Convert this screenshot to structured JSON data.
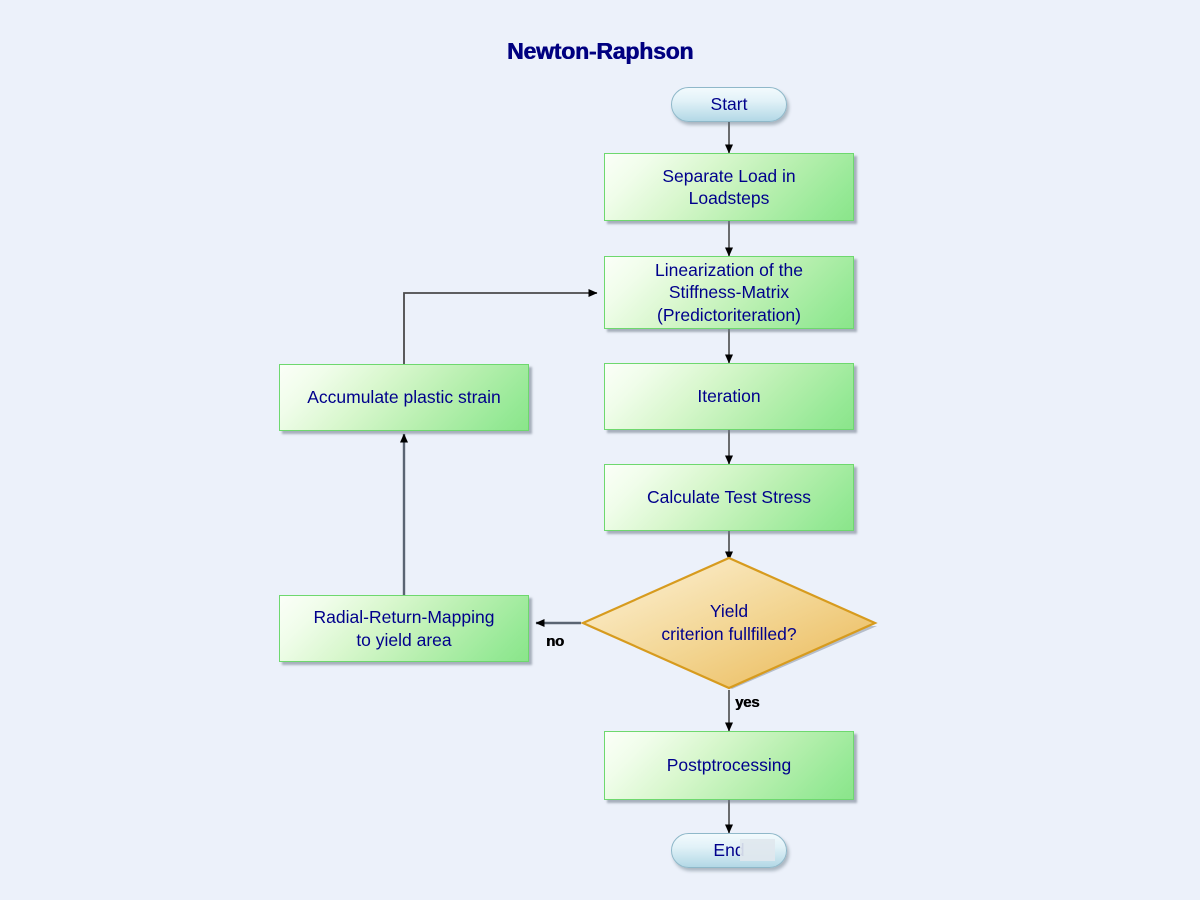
{
  "diagram": {
    "title": "Newton-Raphson",
    "background_color": "#ecf1fa",
    "node_text_color": "#00008c",
    "title_color": "#000080",
    "process_fill": "#8ae58a",
    "process_border": "#6ed86e",
    "terminator_fill": "#b3d8e6",
    "terminator_border": "#8fb8c9",
    "decision_fill": "#f0c868",
    "decision_border": "#d79b1e"
  },
  "nodes": {
    "start": {
      "label": "Start",
      "shape": "terminator"
    },
    "separate_load": {
      "label": "Separate Load in\nLoadsteps",
      "line1": "Separate Load in",
      "line2": "Loadsteps",
      "shape": "process"
    },
    "linearization": {
      "line1": "Linearization of the",
      "line2": "Stiffness-Matrix",
      "line3": "(Predictoriteration)",
      "shape": "process"
    },
    "iteration": {
      "label": "Iteration",
      "shape": "process"
    },
    "calculate_test_stress": {
      "label": "Calculate Test Stress",
      "shape": "process"
    },
    "yield_decision": {
      "line1": "Yield",
      "line2": "criterion fullfilled?",
      "shape": "decision"
    },
    "radial_return": {
      "line1": "Radial-Return-Mapping",
      "line2": "to yield area",
      "shape": "process"
    },
    "accumulate": {
      "label": "Accumulate plastic strain",
      "shape": "process"
    },
    "postprocessing": {
      "label": "Postptrocessing",
      "shape": "process"
    },
    "end": {
      "label": "End",
      "shape": "terminator"
    }
  },
  "edge_labels": {
    "no": "no",
    "yes": "yes"
  }
}
